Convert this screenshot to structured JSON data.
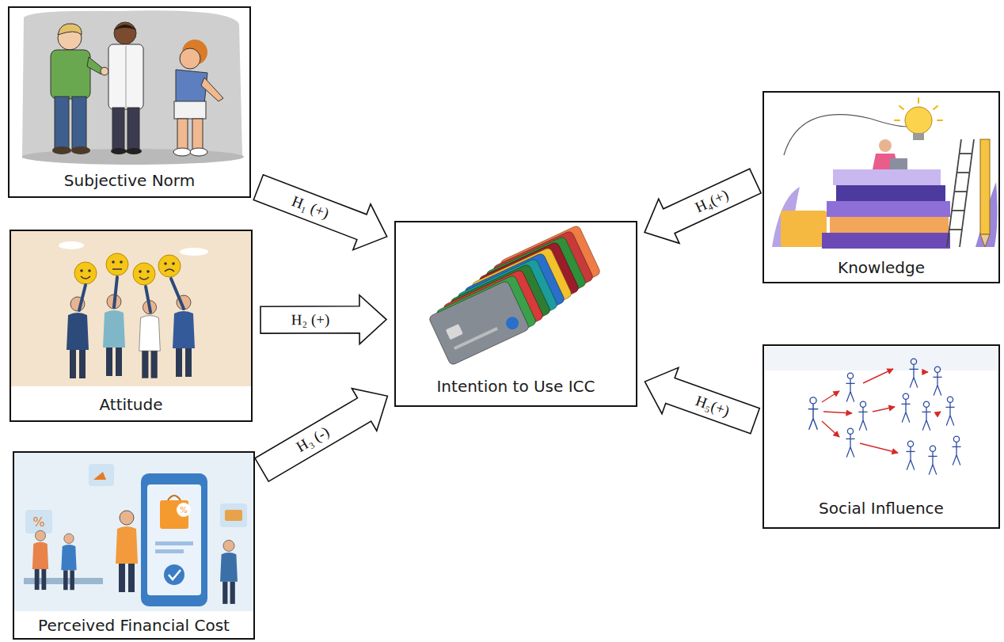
{
  "diagram": {
    "nodes": [
      {
        "text": [
          "Subjective Norm"
        ]
      },
      {
        "text": [
          "Attitude"
        ]
      },
      {
        "text": [
          "Perceived Financial Cost"
        ]
      },
      {
        "text": [
          "Intention to Use ICC"
        ]
      },
      {
        "text": [
          "Knowledge"
        ]
      },
      {
        "text": [
          "Social Influence"
        ]
      }
    ],
    "edges": [
      {
        "from": 0,
        "to": 3,
        "label": "H₁ (+)",
        "arrow": "to"
      },
      {
        "from": 1,
        "to": 3,
        "label": "H₂ (+)",
        "arrow": "to"
      },
      {
        "from": 2,
        "to": 3,
        "label": "H₃ (-)",
        "arrow": "to"
      },
      {
        "from": 4,
        "to": 3,
        "label": "H₄(+)",
        "arrow": "to"
      },
      {
        "from": 5,
        "to": 3,
        "label": "H₅(+)",
        "arrow": "to"
      }
    ]
  }
}
